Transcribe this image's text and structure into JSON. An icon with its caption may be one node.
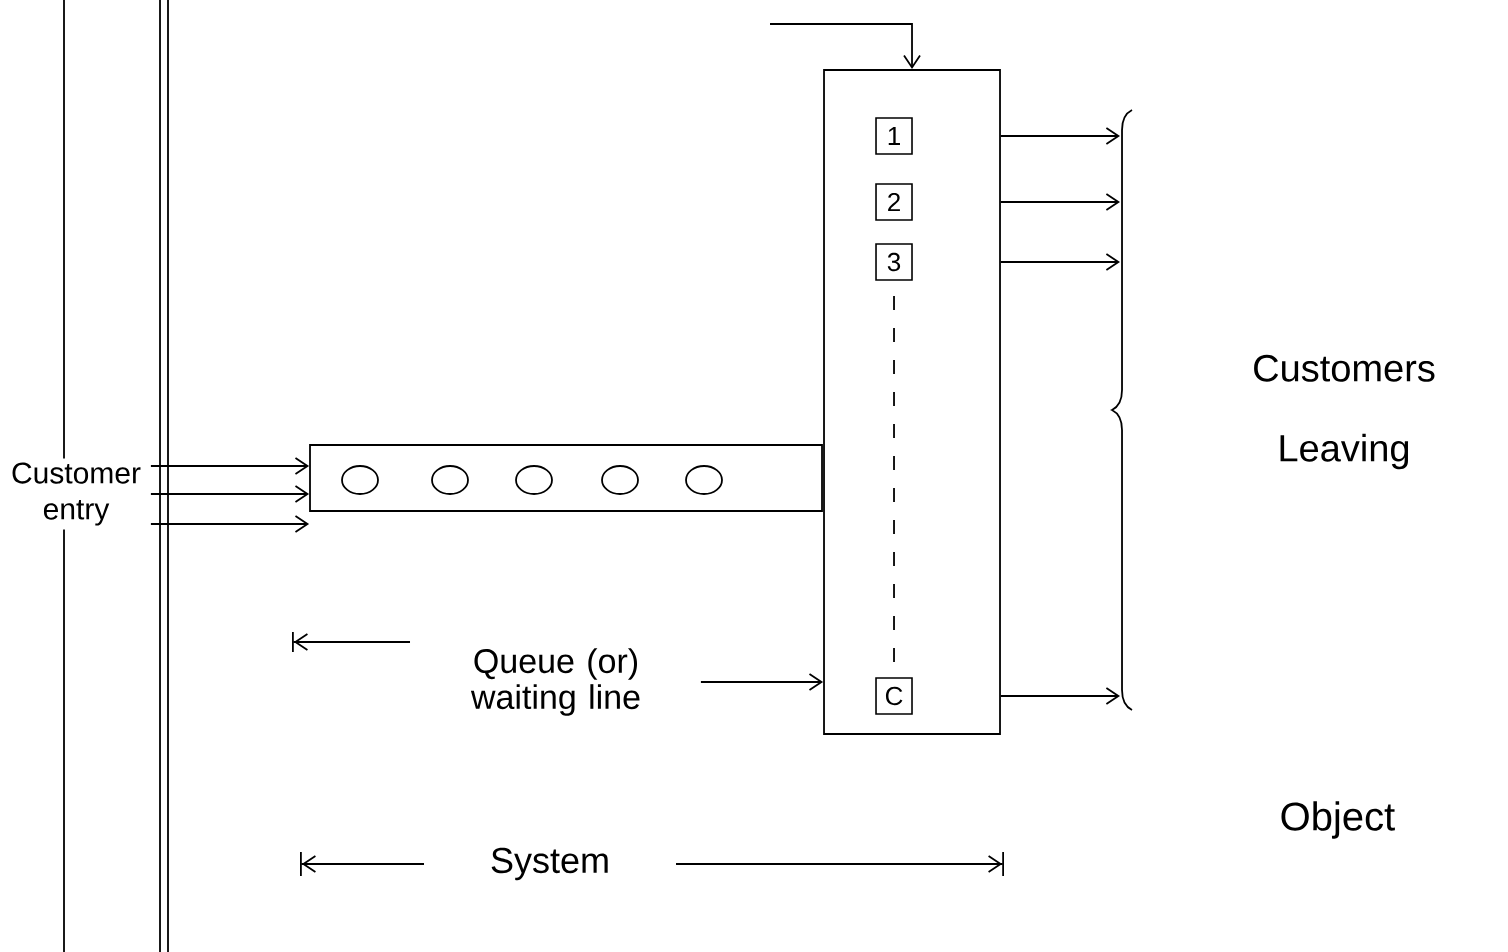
{
  "diagram": {
    "nodes": [
      {
        "text": [],
        "shape": "box"
      },
      {
        "text": [
          "1"
        ],
        "in": 0
      },
      {
        "text": [
          "2"
        ],
        "in": 0
      },
      {
        "text": [
          "3"
        ],
        "in": 0
      },
      {
        "text": [
          "C"
        ],
        "in": 0
      },
      {
        "text": [],
        "shape": "box"
      },
      {
        "text": [
          "Customer entry"
        ]
      },
      {
        "text": [
          "Queue (or) waiting line"
        ]
      },
      {
        "text": [
          "Customers Leaving"
        ]
      }
    ],
    "edges": [
      {
        "from": null,
        "to": 0,
        "arrow": "to"
      },
      {
        "from": 0,
        "to": null,
        "arrow": "to"
      },
      {
        "from": 0,
        "to": null,
        "arrow": "to"
      },
      {
        "from": 0,
        "to": null,
        "arrow": "to"
      },
      {
        "from": 0,
        "to": null,
        "arrow": "to"
      },
      {
        "from": 6,
        "to": 5,
        "arrow": "to"
      },
      {
        "from": 6,
        "to": 5,
        "arrow": "to"
      },
      {
        "from": 6,
        "to": 5,
        "arrow": "to"
      },
      {
        "from": 7,
        "to": 0,
        "arrow": "to"
      }
    ],
    "labels": [
      "System",
      "Object"
    ]
  }
}
